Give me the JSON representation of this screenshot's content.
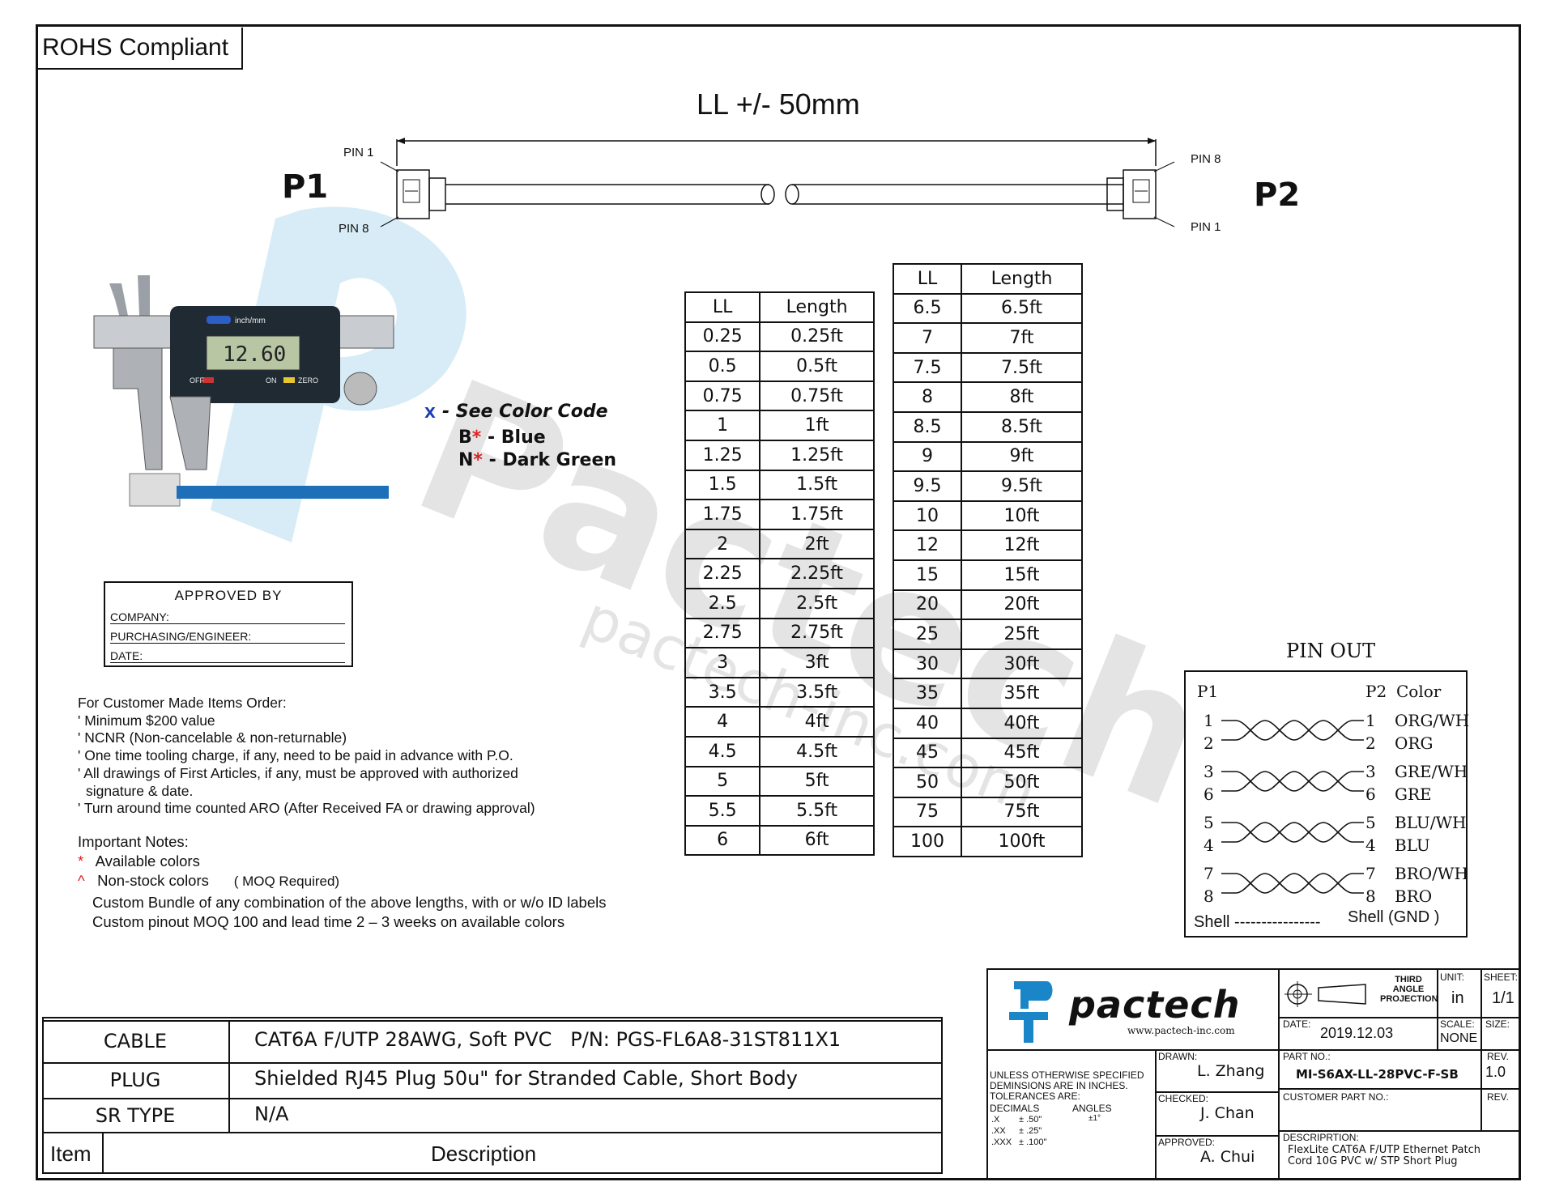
{
  "rohs": "ROHS Compliant",
  "watermark": {
    "big": "Pactech",
    "small": "pactech-inc.com"
  },
  "drawing": {
    "ll_label": "LL +/- 50mm",
    "p1": "P1",
    "p2": "P2",
    "p1_pin_top": "PIN 1",
    "p1_pin_bottom": "PIN 8",
    "p2_pin_top": "PIN 8",
    "p2_pin_bottom": "PIN 1"
  },
  "caliper": {
    "reading": "12.60",
    "brand": "inch/mm",
    "off": "OFF",
    "on": "ON",
    "zero": "ZERO"
  },
  "color_code": {
    "x_mark": "X",
    "title": "- See Color Code",
    "b_letter": "B",
    "b_star": "*",
    "b_text": "- Blue",
    "n_letter": "N",
    "n_star": "*",
    "n_text": "- Dark Green"
  },
  "table1": {
    "headers": [
      "LL",
      "Length"
    ],
    "rows": [
      [
        "0.25",
        "0.25ft"
      ],
      [
        "0.5",
        "0.5ft"
      ],
      [
        "0.75",
        "0.75ft"
      ],
      [
        "1",
        "1ft"
      ],
      [
        "1.25",
        "1.25ft"
      ],
      [
        "1.5",
        "1.5ft"
      ],
      [
        "1.75",
        "1.75ft"
      ],
      [
        "2",
        "2ft"
      ],
      [
        "2.25",
        "2.25ft"
      ],
      [
        "2.5",
        "2.5ft"
      ],
      [
        "2.75",
        "2.75ft"
      ],
      [
        "3",
        "3ft"
      ],
      [
        "3.5",
        "3.5ft"
      ],
      [
        "4",
        "4ft"
      ],
      [
        "4.5",
        "4.5ft"
      ],
      [
        "5",
        "5ft"
      ],
      [
        "5.5",
        "5.5ft"
      ],
      [
        "6",
        "6ft"
      ]
    ]
  },
  "table2": {
    "headers": [
      "LL",
      "Length"
    ],
    "rows": [
      [
        "6.5",
        "6.5ft"
      ],
      [
        "7",
        "7ft"
      ],
      [
        "7.5",
        "7.5ft"
      ],
      [
        "8",
        "8ft"
      ],
      [
        "8.5",
        "8.5ft"
      ],
      [
        "9",
        "9ft"
      ],
      [
        "9.5",
        "9.5ft"
      ],
      [
        "10",
        "10ft"
      ],
      [
        "12",
        "12ft"
      ],
      [
        "15",
        "15ft"
      ],
      [
        "20",
        "20ft"
      ],
      [
        "25",
        "25ft"
      ],
      [
        "30",
        "30ft"
      ],
      [
        "35",
        "35ft"
      ],
      [
        "40",
        "40ft"
      ],
      [
        "45",
        "45ft"
      ],
      [
        "50",
        "50ft"
      ],
      [
        "75",
        "75ft"
      ],
      [
        "100",
        "100ft"
      ]
    ]
  },
  "approved": {
    "title": "APPROVED BY",
    "company": "COMPANY:",
    "purchasing": "PURCHASING/ENGINEER:",
    "date": "DATE:"
  },
  "customer_notes": {
    "title": "For Customer Made Items Order:",
    "items": [
      "' Minimum $200 value",
      "' NCNR (Non-cancelable & non-returnable)",
      "' One time tooling charge, if any, need to be paid in advance with P.O.",
      "' All drawings of First Articles, if any, must be approved with authorized",
      "signature & date.",
      "' Turn around time counted ARO (After Received FA or drawing approval)"
    ]
  },
  "important_notes": {
    "title": "Important Notes:",
    "star": "*",
    "available": "Available colors",
    "caret": "^",
    "nonstock": "Non-stock colors",
    "moq": "( MOQ Required)",
    "bundle": "Custom Bundle of any combination of the above lengths, with or w/o ID labels",
    "pinout": "Custom pinout MOQ 100 and lead time 2 – 3 weeks on available colors"
  },
  "pinout": {
    "title": "PIN OUT",
    "col_p1": "P1",
    "col_p2": "P2",
    "col_color": "Color",
    "pairs": [
      {
        "a1": "1",
        "a2": "2",
        "b1": "1",
        "b2": "2",
        "c1": "ORG/WH",
        "c2": "ORG"
      },
      {
        "a1": "3",
        "a2": "6",
        "b1": "3",
        "b2": "6",
        "c1": "GRE/WH",
        "c2": "GRE"
      },
      {
        "a1": "5",
        "a2": "4",
        "b1": "5",
        "b2": "4",
        "c1": "BLU/WH",
        "c2": "BLU"
      },
      {
        "a1": "7",
        "a2": "8",
        "b1": "7",
        "b2": "8",
        "c1": "BRO/WH",
        "c2": "BRO"
      }
    ],
    "shell_left": "Shell ----------------",
    "shell_right": "Shell (GND )"
  },
  "description": {
    "rows": [
      {
        "item": "CABLE",
        "desc": "CAT6A F/UTP 28AWG, Soft PVC   P/N: PGS-FL6A8-31ST811X1"
      },
      {
        "item": "PLUG",
        "desc": "Shielded RJ45 Plug 50u\" for Stranded Cable, Short Body"
      },
      {
        "item": "SR TYPE",
        "desc": "N/A"
      }
    ],
    "header_item": "Item",
    "header_desc": "Description"
  },
  "title_block": {
    "logo_text": "pactech",
    "logo_url": "www.pactech-inc.com",
    "projection": "THIRD ANGLE PROJECTION",
    "unit_label": "UNIT:",
    "unit": "in",
    "sheet_label": "SHEET:",
    "sheet": "1/1",
    "date_label": "DATE:",
    "date": "2019.12.03",
    "scale_label": "SCALE:",
    "scale": "NONE",
    "size_label": "SIZE:",
    "tolerance": [
      "UNLESS OTHERWISE SPECIFIED",
      "DEMINSIONS ARE IN INCHES.",
      "TOLERANCES ARE:"
    ],
    "decimals": "DECIMALS",
    "angles": "ANGLES",
    "angles_val": "±1°",
    "tol_rows": [
      [
        ".X",
        "± .50\""
      ],
      [
        ".XX",
        "± .25\""
      ],
      [
        ".XXX",
        "± .100\""
      ]
    ],
    "drawn_label": "DRAWN:",
    "drawn": "L. Zhang",
    "checked_label": "CHECKED:",
    "checked": "J. Chan",
    "approved_label": "APPROVED:",
    "approved": "A. Chui",
    "part_label": "PART NO.:",
    "part": "MI-S6AX-LL-28PVC-F-SB",
    "rev_label": "REV.",
    "rev": "1.0",
    "customer_part_label": "CUSTOMER PART NO.:",
    "rev2_label": "REV.",
    "descr_label": "DESCRIPRTION:",
    "descr1": "FlexLite CAT6A F/UTP Ethernet Patch",
    "descr2": "Cord 10G PVC w/ STP Short Plug"
  }
}
